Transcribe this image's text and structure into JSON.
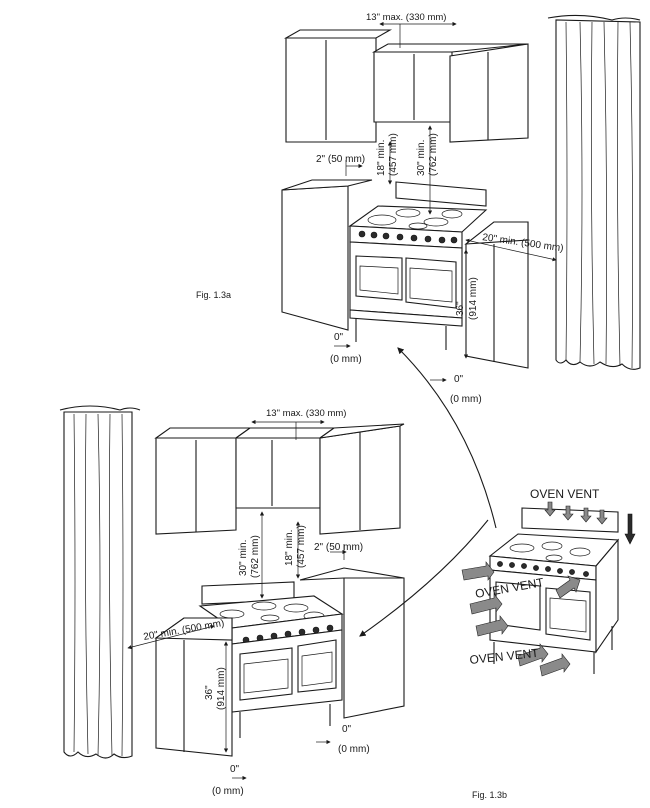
{
  "fig_a": {
    "caption": "Fig. 1.3a",
    "max_top": "13\" max. (330 mm)",
    "side_gap": "2\" (50 mm)",
    "h18": "18\" min.",
    "h18_mm": "(457 mm)",
    "h30": "30\" min.",
    "h30_mm": "(762 mm)",
    "side_20": "20\" min. (500 mm)",
    "h36": "36\"",
    "h36_mm": "(914 mm)",
    "zero_left": "0\"",
    "zero_left_mm": "(0 mm)",
    "zero_right": "0\"",
    "zero_right_mm": "(0 mm)"
  },
  "fig_b": {
    "caption": "Fig. 1.3b",
    "vent_top": "OVEN VENT",
    "vent_mid": "OVEN VENT",
    "vent_bottom": "OVEN VENT"
  },
  "fig_c": {
    "max_top": "13\" max. (330 mm)",
    "h30": "30\" min.",
    "h30_mm": "(762 mm)",
    "h18": "18\" min.",
    "h18_mm": "(457 mm)",
    "side_gap": "2\" (50 mm)",
    "side_20": "20\" min. (500 mm)",
    "h36": "36\"",
    "h36_mm": "(914 mm)",
    "zero_right": "0\"",
    "zero_right_mm": "(0 mm)",
    "zero_left": "0\"",
    "zero_left_mm": "(0 mm)"
  }
}
